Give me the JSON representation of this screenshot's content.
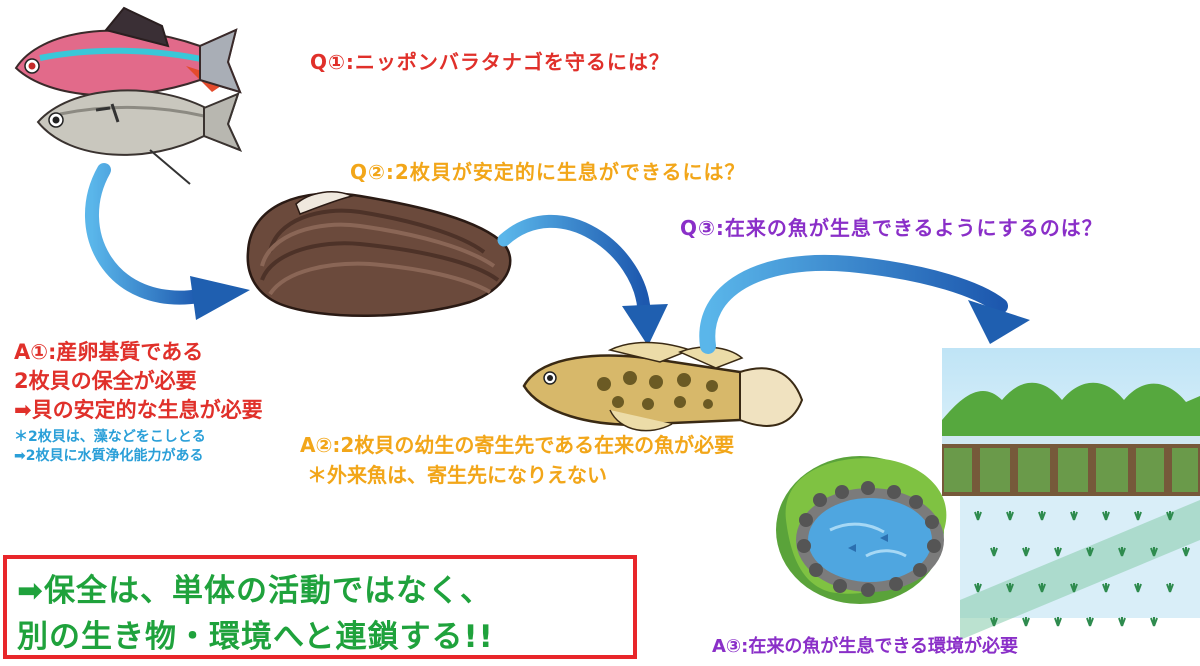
{
  "q1": "Q①:ニッポンバラタナゴを守るには？",
  "q2": "Q②:2枚貝が安定的に生息ができるには？",
  "q3": "Q③:在来の魚が生息できるようにするのは？",
  "a1": [
    "A①:産卵基質である",
    "2枚貝の保全が必要",
    "➡貝の安定的な生息が必要"
  ],
  "a1_notes": [
    "＊2枚貝は、藻などをこしとる",
    "➡2枚貝に水質浄化能力がある"
  ],
  "a2": [
    "A②:2枚貝の幼生の寄生先である在来の魚が必要",
    " ＊外来魚は、寄生先になりえない"
  ],
  "a3": "A③:在来の魚が生息できる環境が必要",
  "conclusion": [
    "➡保全は、単体の活動ではなく、",
    "別の生き物・環境へと連鎖する!!"
  ],
  "colors": {
    "question1": "#e0302a",
    "question2": "#f2a619",
    "question3": "#8a2fc8",
    "note": "#2a9fd8",
    "conclusion": "#1fa23c",
    "box_border": "#e8262a",
    "arrow": "#1f5fb0"
  }
}
